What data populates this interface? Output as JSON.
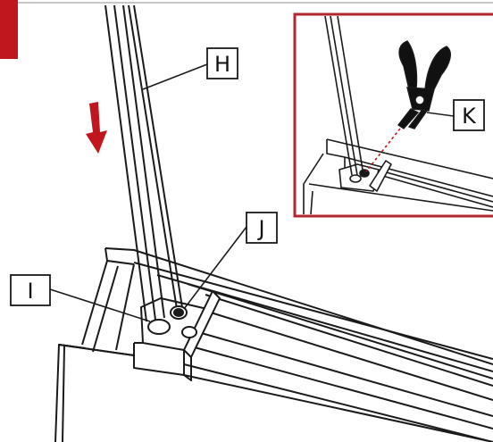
{
  "colors": {
    "accent_red": "#c0161e",
    "inset_border": "#b3262d",
    "line": "#1a1a1a",
    "top_rule": "#c8c8c8"
  },
  "icons": {
    "direction_arrow": "down-arrow-icon",
    "tool": "pliers-icon"
  },
  "labels": {
    "H": "H",
    "I": "I",
    "J": "J",
    "K": "K"
  }
}
